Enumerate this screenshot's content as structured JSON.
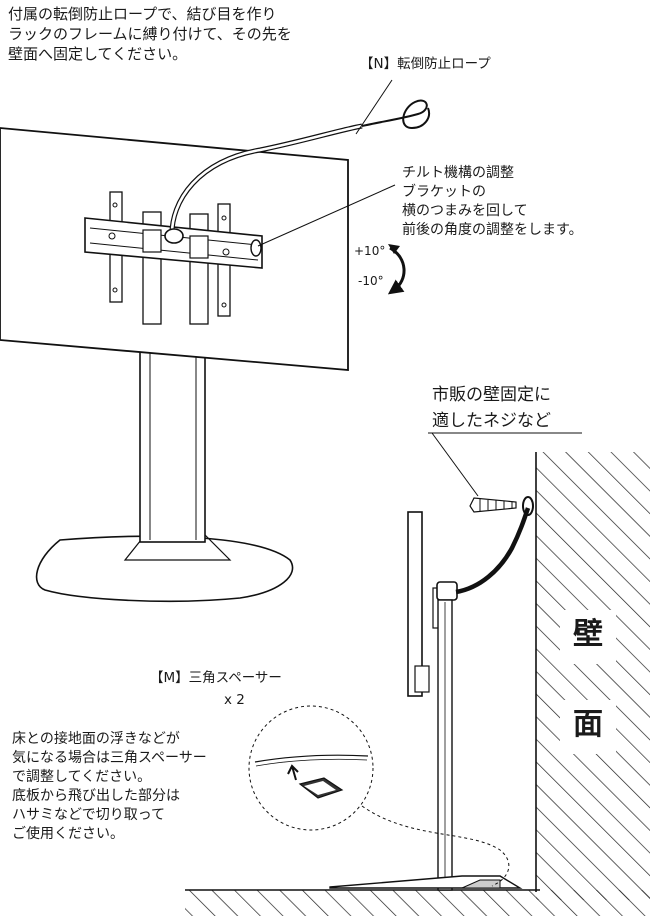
{
  "instructions_top": [
    "付属の転倒防止ロープで、結び目を作り",
    "ラックのフレームに縛り付けて、その先を",
    "壁面へ固定してください。"
  ],
  "rope_label": "【N】転倒防止ロープ",
  "tilt_note": [
    "チルト機構の調整",
    "ブラケットの",
    "横のつまみを回して",
    "前後の角度の調整をします。"
  ],
  "tilt_plus": "+10°",
  "tilt_minus": "-10°",
  "screw_note": [
    "市販の壁固定に",
    "適したネジなど"
  ],
  "wall_chars": [
    "壁",
    "面"
  ],
  "spacer_label": "【M】三角スペーサー",
  "spacer_qty": "x 2",
  "floor_note": [
    "床との接地面の浮きなどが",
    "気になる場合は三角スペーサー",
    "で調整してください。",
    "底板から飛び出した部分は",
    "ハサミなどで切り取って",
    "ご使用ください。"
  ]
}
